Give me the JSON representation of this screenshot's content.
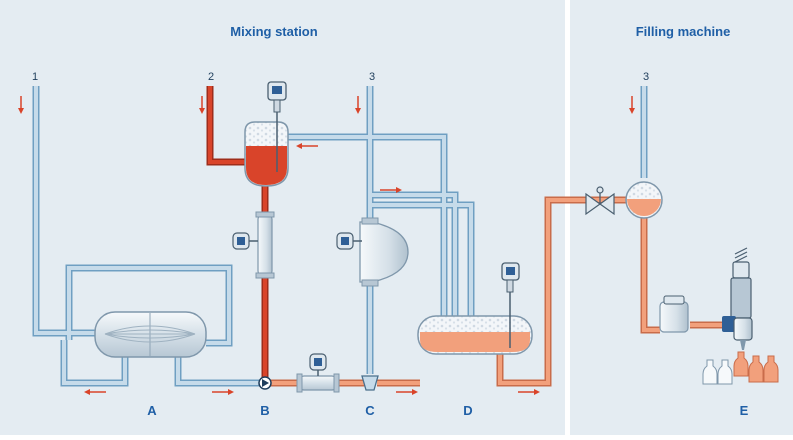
{
  "sections": {
    "mixing": {
      "title": "Mixing station"
    },
    "filling": {
      "title": "Filling machine"
    }
  },
  "inlets": [
    {
      "label": "1"
    },
    {
      "label": "2"
    },
    {
      "label": "3"
    },
    {
      "label": "3"
    }
  ],
  "stations": [
    {
      "label": "A"
    },
    {
      "label": "B"
    },
    {
      "label": "C"
    },
    {
      "label": "D"
    },
    {
      "label": "E"
    }
  ],
  "colors": {
    "background": "#e4ecf2",
    "pipe_blue": "#c6dbea",
    "pipe_blue_edge": "#6f9fc2",
    "pipe_red": "#d9442a",
    "pipe_orange": "#f2a07c",
    "arrow": "#d9442a",
    "title_blue": "#1f5fa6"
  }
}
